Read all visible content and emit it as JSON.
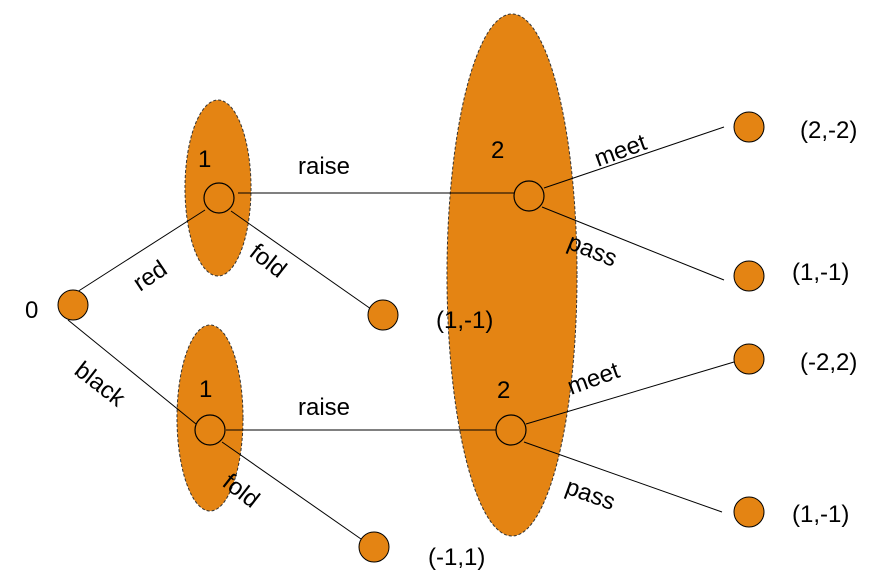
{
  "title": "Game tree (extensive form)",
  "colors": {
    "node_fill": "#e48413",
    "edge": "#000000",
    "text": "#000000"
  },
  "root": {
    "label": "0"
  },
  "info_sets": [
    {
      "id": "p1-red",
      "label": "1"
    },
    {
      "id": "p1-black",
      "label": "1"
    },
    {
      "id": "p2",
      "label": "2",
      "label_secondary": "2"
    }
  ],
  "edges": {
    "red": "red",
    "black": "black",
    "raise_top": "raise",
    "fold_top": "fold",
    "raise_bottom": "raise",
    "fold_bottom": "fold",
    "meet_top": "meet",
    "pass_top": "pass",
    "meet_bottom": "meet",
    "pass_bottom": "pass"
  },
  "payoffs": {
    "red_fold": "(1,-1)",
    "red_raise_meet": "(2,-2)",
    "red_raise_pass": "(1,-1)",
    "black_fold": "(-1,1)",
    "black_raise_meet": "(-2,2)",
    "black_raise_pass": "(1,-1)"
  }
}
